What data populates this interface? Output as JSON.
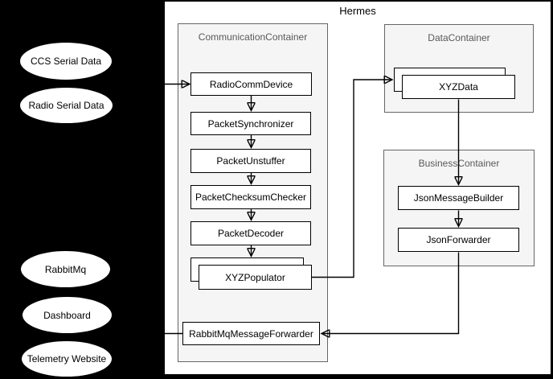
{
  "title": "Hermes",
  "colors": {
    "outside_mask": "#000000",
    "canvas_fill": "#ffffff",
    "canvas_border": "#000000",
    "container_fill": "#f5f5f5",
    "container_border": "#666666",
    "container_title_text": "#595959",
    "node_fill": "#ffffff",
    "node_border": "#000000",
    "node_text": "#000000",
    "external_node_fill": "#ffffff",
    "edge_stroke": "#000000"
  },
  "external_nodes": {
    "ccs_serial": {
      "label": "CCS Serial Data"
    },
    "radio_serial": {
      "label": "Radio Serial Data"
    },
    "rabbitmq": {
      "label": "RabbitMq"
    },
    "dashboard": {
      "label": "Dashboard"
    },
    "telemetry_website": {
      "label": "Telemetry Website"
    }
  },
  "containers": {
    "communication": {
      "label": "CommunicationContainer",
      "components": {
        "radio_comm_device": {
          "label": "RadioCommDevice"
        },
        "packet_synchronizer": {
          "label": "PacketSynchronizer"
        },
        "packet_unstuffer": {
          "label": "PacketUnstuffer"
        },
        "packet_checksum_checker": {
          "label": "PacketChecksumChecker"
        },
        "packet_decoder": {
          "label": "PacketDecoder"
        },
        "xyz_populator": {
          "label": "XYZPopulator",
          "stacked": true
        }
      }
    },
    "data": {
      "label": "DataContainer",
      "components": {
        "xyz_data": {
          "label": "XYZData",
          "stacked": true
        }
      }
    },
    "business": {
      "label": "BusinessContainer",
      "components": {
        "json_message_builder": {
          "label": "JsonMessageBuilder"
        },
        "json_forwarder": {
          "label": "JsonForwarder"
        }
      }
    }
  },
  "standalone_components": {
    "rabbitmq_message_forwarder": {
      "label": "RabbitMqMessageForwarder"
    }
  },
  "edges": [
    {
      "from": "left-external",
      "to": "RadioCommDevice",
      "arrowhead": true
    },
    {
      "from": "RadioCommDevice",
      "to": "PacketSynchronizer",
      "arrowhead": true
    },
    {
      "from": "PacketSynchronizer",
      "to": "PacketUnstuffer",
      "arrowhead": true
    },
    {
      "from": "PacketUnstuffer",
      "to": "PacketChecksumChecker",
      "arrowhead": true
    },
    {
      "from": "PacketChecksumChecker",
      "to": "PacketDecoder",
      "arrowhead": true
    },
    {
      "from": "PacketDecoder",
      "to": "XYZPopulator",
      "arrowhead": true
    },
    {
      "from": "XYZPopulator",
      "to": "XYZData",
      "arrowhead": true
    },
    {
      "from": "XYZData",
      "to": "JsonMessageBuilder",
      "arrowhead": true
    },
    {
      "from": "JsonMessageBuilder",
      "to": "JsonForwarder",
      "arrowhead": true
    },
    {
      "from": "JsonForwarder",
      "to": "RabbitMqMessageForwarder",
      "arrowhead": true
    },
    {
      "from": "left-external",
      "to": "RabbitMqMessageForwarder",
      "arrowhead": false
    }
  ]
}
